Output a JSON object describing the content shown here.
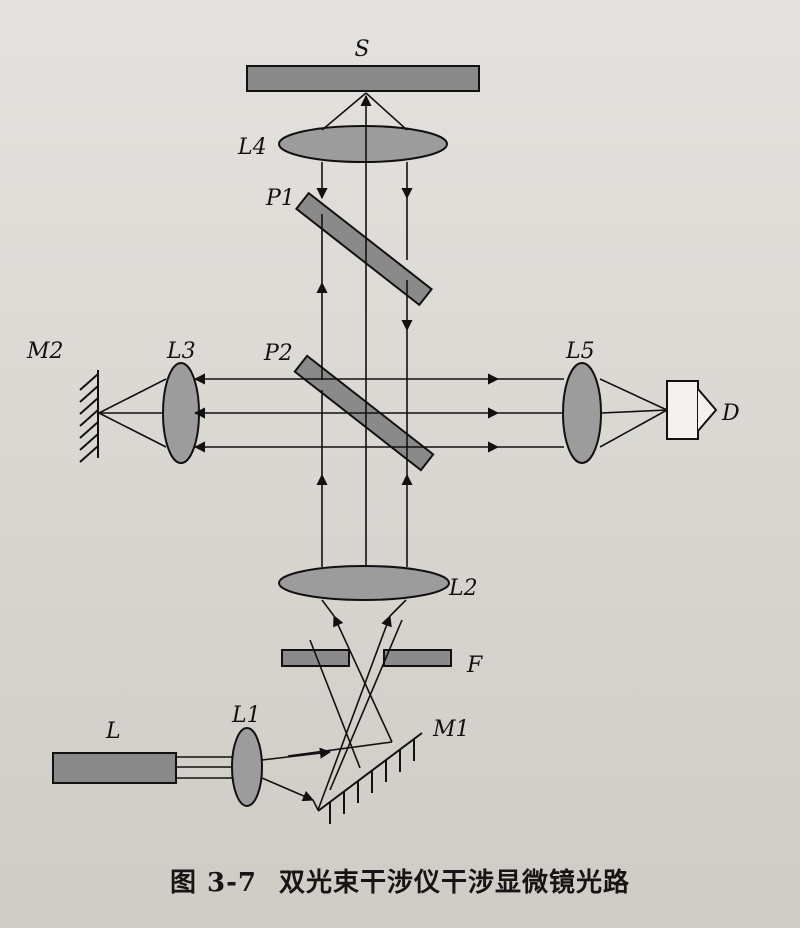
{
  "caption": {
    "figure_number": "图 3-7",
    "title": "双光束干涉仪干涉显微镜光路"
  },
  "labels": {
    "S": "S",
    "L4": "L4",
    "P1": "P1",
    "P2": "P2",
    "M2": "M2",
    "L3": "L3",
    "L5": "L5",
    "D": "D",
    "L2": "L2",
    "F": "F",
    "L": "L",
    "L1": "L1",
    "M1": "M1"
  },
  "colors": {
    "ink": "#111111",
    "component_fill": "#8a8a8a",
    "lens_fill": "#9c9c9c",
    "paper": "#dcdad6"
  }
}
